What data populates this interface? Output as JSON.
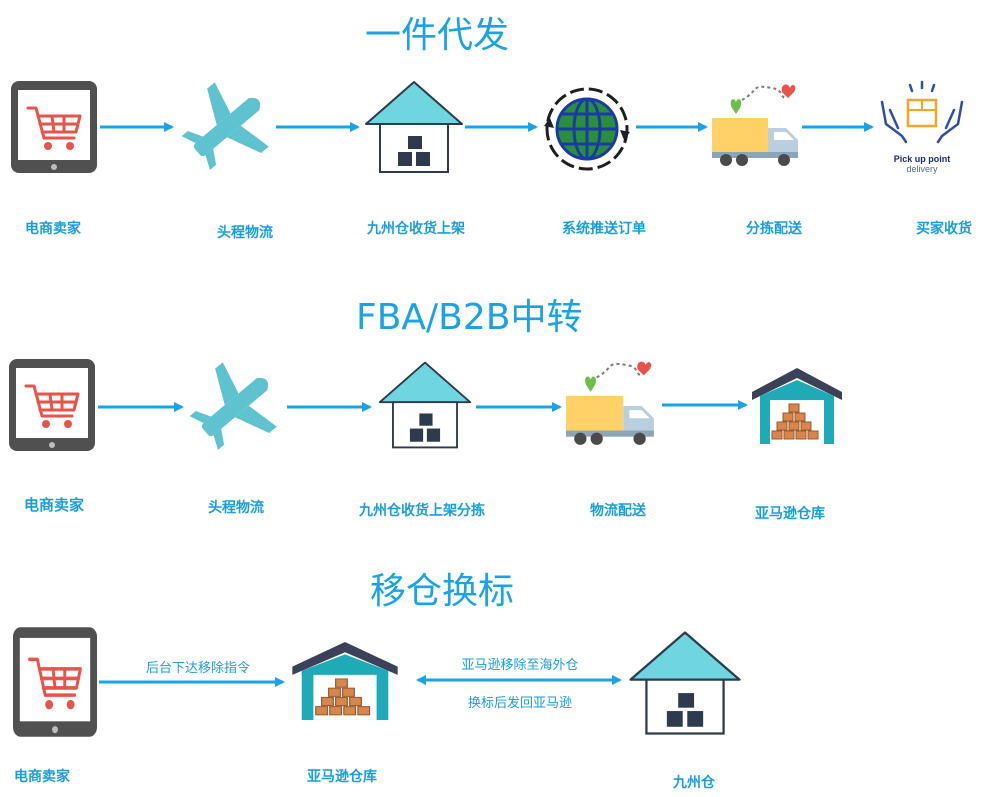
{
  "sections": [
    {
      "title": "一件代发",
      "steps": [
        "电商卖家",
        "头程物流",
        "九州仓收货上架",
        "系统推送订单",
        "分拣配送",
        "买家收货"
      ],
      "pickup_icon": {
        "line1": "Pick up point",
        "line2": "delivery"
      }
    },
    {
      "title": "FBA/B2B中转",
      "steps": [
        "电商卖家",
        "头程物流",
        "九州仓收货上架分拣",
        "物流配送",
        "亚马逊仓库"
      ]
    },
    {
      "title": "移仓换标",
      "steps": [
        "电商卖家",
        "亚马逊仓库",
        "九州仓"
      ],
      "edges": {
        "seller_to_amazon": "后台下达移除指令",
        "amazon_to_jiuzhou": "亚马逊移除至海外仓",
        "jiuzhou_to_amazon": "换标后发回亚马逊"
      }
    }
  ],
  "colors": {
    "arrow": "#1aa3e8",
    "label": "#1a9ee0",
    "tablet": "#505050",
    "cart": "#e8534a",
    "house_roof": "#6fd6df",
    "box": "#2e3b4e",
    "warehouse_roof": "#3a4158",
    "warehouse_wall": "#1faab8",
    "parcel": "#d8864d",
    "truck_cargo": "#ffd166",
    "truck_cab": "#b9cfe0"
  }
}
